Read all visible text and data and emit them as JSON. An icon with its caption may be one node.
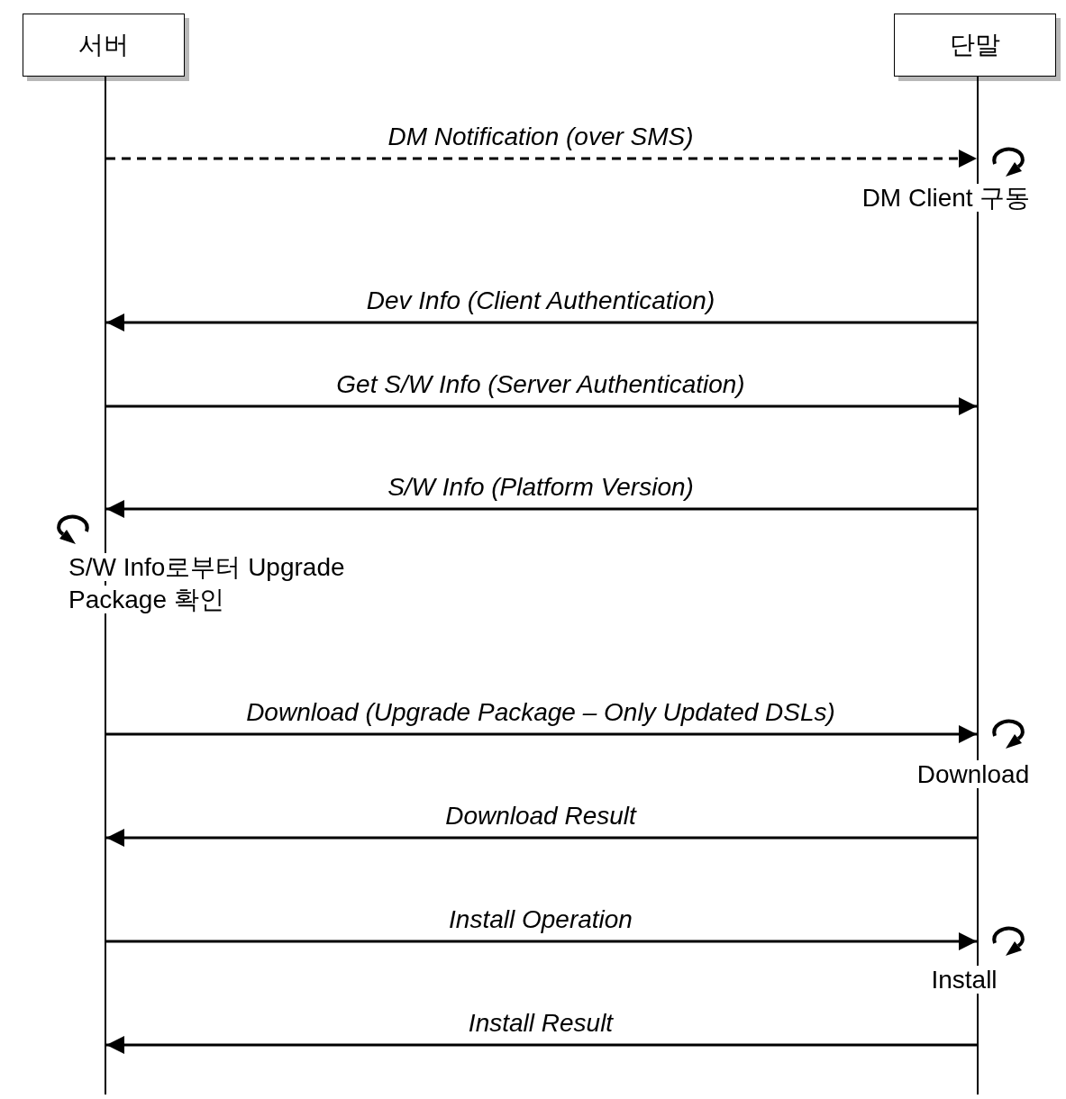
{
  "diagram": {
    "nodes": [
      {
        "text": [
          "서버"
        ]
      },
      {
        "text": [
          "단말"
        ]
      },
      {
        "text": [],
        "shape": "bar"
      },
      {
        "text": [],
        "shape": "bar"
      }
    ],
    "edges": [
      {
        "from": 2,
        "to": 3,
        "arrow": "to",
        "label": "DM Notification (over SMS)",
        "style": "dashed"
      },
      {
        "from": 3,
        "to": 2,
        "arrow": "to",
        "label": "Dev Info (Client Authentication)"
      },
      {
        "from": 2,
        "to": 3,
        "arrow": "to",
        "label": "Get S/W Info (Server Authentication)"
      },
      {
        "from": 3,
        "to": 2,
        "arrow": "to",
        "label": "S/W Info (Platform Version)"
      },
      {
        "from": 2,
        "to": 3,
        "arrow": "to",
        "label": "Download (Upgrade Package – Only Updated DSLs)"
      },
      {
        "from": 3,
        "to": 2,
        "arrow": "to",
        "label": "Download Result"
      },
      {
        "from": 2,
        "to": 3,
        "arrow": "to",
        "label": "Install Operation"
      },
      {
        "from": 3,
        "to": 2,
        "arrow": "to",
        "label": "Install Result"
      }
    ],
    "labels": [
      "DM Client 구동",
      "S/W Info로부터 Upgrade Package 확인",
      "Download",
      "Install"
    ]
  }
}
